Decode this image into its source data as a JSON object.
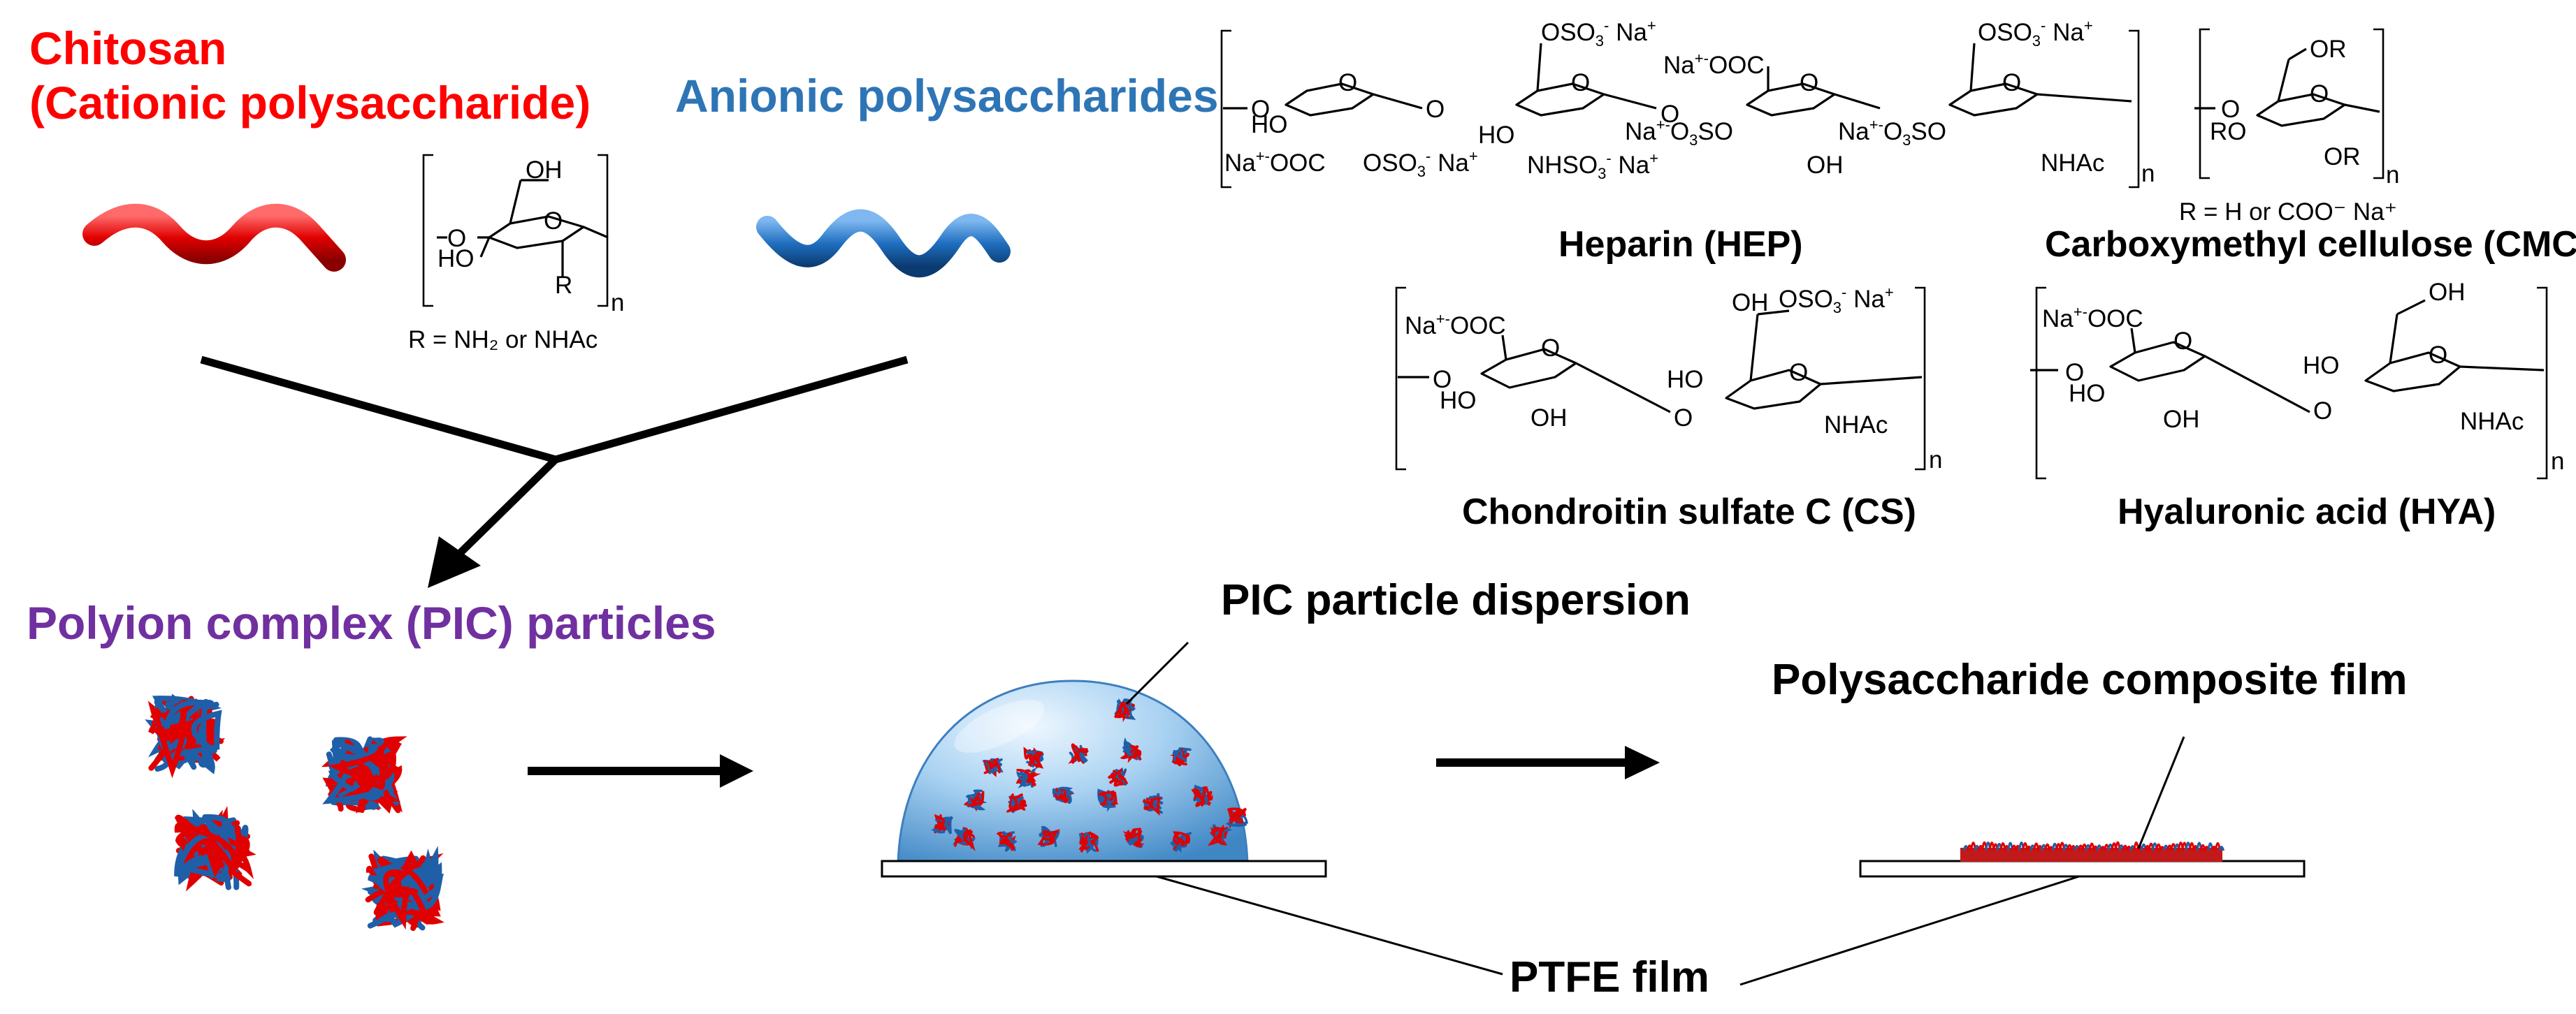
{
  "chitosan": {
    "title_line1": "Chitosan",
    "title_line2": "(Cationic polysaccharide)",
    "r_note": "R = NH₂ or NHAc",
    "color": "#ff0000"
  },
  "anionic": {
    "title": "Anionic polysaccharides",
    "color": "#2e75b6"
  },
  "structures": {
    "heparin": "Heparin (HEP)",
    "cmc": "Carboxymethyl cellulose (CMC)",
    "cmc_r_note": "R = H or COO⁻ Na⁺",
    "cs": "Chondroitin sulfate C (CS)",
    "hya": "Hyaluronic acid (HYA)"
  },
  "pic": {
    "title": "Polyion complex (PIC) particles",
    "color": "#7030a0"
  },
  "labels": {
    "dispersion": "PIC particle dispersion",
    "composite": "Polysaccharide composite film",
    "ptfe": "PTFE film"
  },
  "colors": {
    "chitosan_red": "#ff0000",
    "anionic_blue": "#1f6fc0",
    "droplet": "#7fb8e6",
    "arrow": "#000000"
  }
}
